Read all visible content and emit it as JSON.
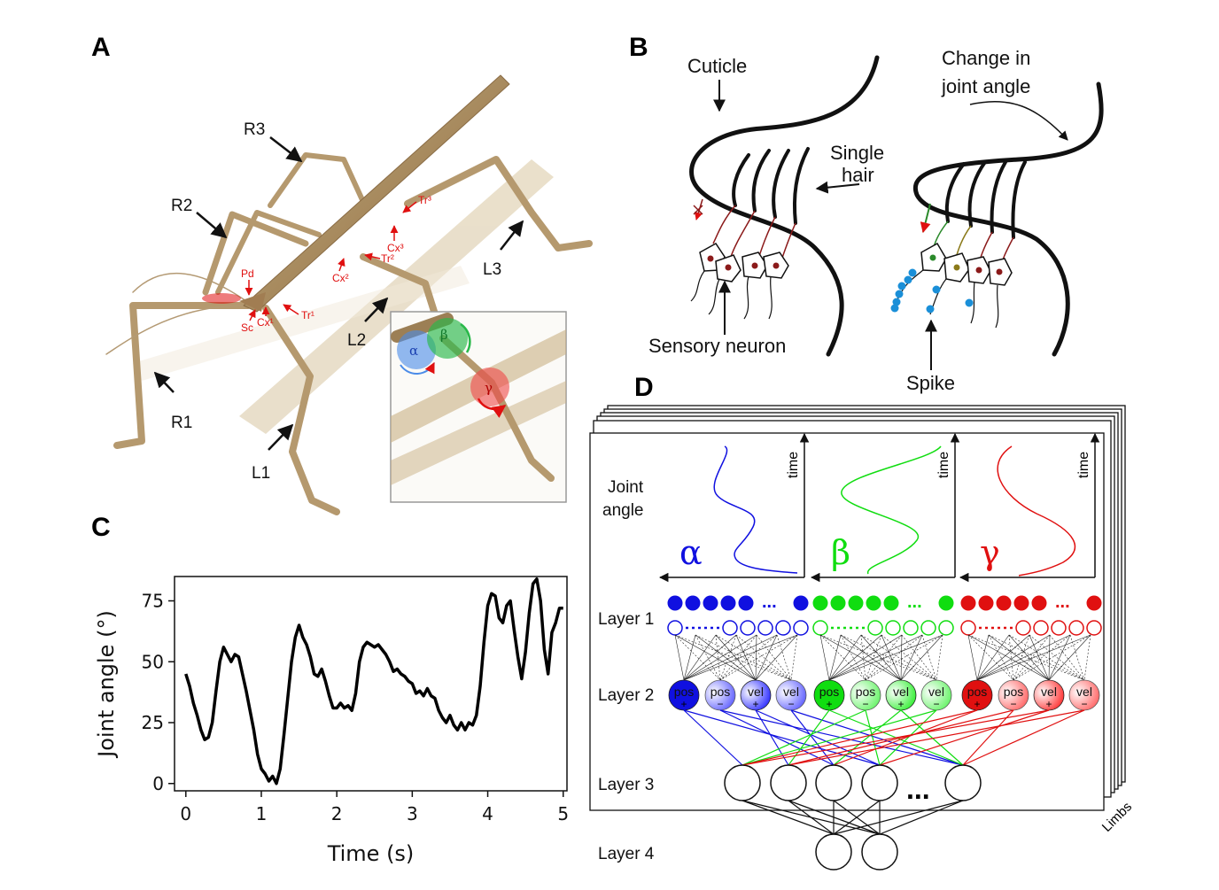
{
  "panels": {
    "a": {
      "letter": "A",
      "leg_labels": [
        "R3",
        "R2",
        "R1",
        "L1",
        "L2",
        "L3"
      ],
      "joint_labels": [
        "Pd",
        "Sc",
        "Cx¹",
        "Tr¹",
        "Cx²",
        "Tr²",
        "Cx³",
        "Tr³"
      ],
      "inset_angles": [
        "α",
        "β",
        "γ"
      ]
    },
    "b": {
      "letter": "B",
      "cuticle": "Cuticle",
      "single_hair": [
        "Single",
        "hair"
      ],
      "change": [
        "Change in",
        "joint angle"
      ],
      "sensory_neuron": "Sensory neuron",
      "spike": "Spike"
    },
    "c": {
      "letter": "C"
    },
    "d": {
      "letter": "D",
      "joint_angle": [
        "Joint",
        "angle"
      ],
      "time_label": "time",
      "greek": [
        "α",
        "β",
        "γ"
      ],
      "layers": [
        "Layer 1",
        "Layer 2",
        "Layer 3",
        "Layer 4"
      ],
      "dots": "...",
      "layer3_dots": "...",
      "limbs": "Limbs",
      "layer2_nodes": [
        {
          "text": "pos",
          "sign": "+"
        },
        {
          "text": "pos",
          "sign": "−"
        },
        {
          "text": "vel",
          "sign": "+"
        },
        {
          "text": "vel",
          "sign": "−"
        }
      ]
    }
  },
  "colors": {
    "alpha": "#1010e0",
    "beta": "#10dd10",
    "gamma": "#e01010",
    "annotation": "#e01010"
  },
  "chart_data": {
    "type": "line",
    "title": "",
    "xlabel": "Time (s)",
    "ylabel": "Joint angle (°)",
    "xlim": [
      -0.15,
      5.05
    ],
    "ylim": [
      -3,
      85
    ],
    "xticks": [
      "0",
      "1",
      "2",
      "3",
      "4",
      "5"
    ],
    "yticks": [
      "0",
      "25",
      "50",
      "75"
    ],
    "grid": false,
    "series": [
      {
        "x": [
          0.0,
          0.05,
          0.1,
          0.15,
          0.2,
          0.25,
          0.3,
          0.35,
          0.4,
          0.45,
          0.5,
          0.55,
          0.6,
          0.65,
          0.7,
          0.75,
          0.8,
          0.85,
          0.9,
          0.95,
          1.0,
          1.05,
          1.1,
          1.15,
          1.2,
          1.25,
          1.3,
          1.35,
          1.4,
          1.45,
          1.5,
          1.55,
          1.6,
          1.65,
          1.7,
          1.75,
          1.8,
          1.85,
          1.9,
          1.95,
          2.0,
          2.05,
          2.1,
          2.15,
          2.2,
          2.25,
          2.3,
          2.35,
          2.4,
          2.45,
          2.5,
          2.55,
          2.6,
          2.65,
          2.7,
          2.75,
          2.8,
          2.85,
          2.9,
          2.95,
          3.0,
          3.05,
          3.1,
          3.15,
          3.2,
          3.25,
          3.3,
          3.35,
          3.4,
          3.45,
          3.5,
          3.55,
          3.6,
          3.65,
          3.7,
          3.75,
          3.8,
          3.85,
          3.9,
          3.95,
          4.0,
          4.05,
          4.1,
          4.15,
          4.2,
          4.25,
          4.3,
          4.35,
          4.4,
          4.45,
          4.5,
          4.55,
          4.6,
          4.65,
          4.7,
          4.75,
          4.8,
          4.85,
          4.9,
          4.95,
          5.0
        ],
        "y": [
          45,
          40,
          33,
          28,
          22,
          18,
          19,
          25,
          38,
          50,
          56,
          53,
          50,
          53,
          52,
          45,
          38,
          30,
          22,
          12,
          6,
          4,
          1,
          3,
          0,
          6,
          20,
          35,
          50,
          60,
          65,
          60,
          57,
          52,
          45,
          44,
          47,
          42,
          36,
          31,
          31,
          33,
          31,
          32,
          30,
          37,
          50,
          56,
          58,
          57,
          56,
          57,
          55,
          53,
          50,
          46,
          47,
          45,
          44,
          42,
          41,
          37,
          38,
          36,
          39,
          36,
          35,
          30,
          27,
          25,
          28,
          24,
          22,
          25,
          22,
          25,
          24,
          28,
          40,
          58,
          73,
          78,
          77,
          68,
          66,
          73,
          75,
          63,
          52,
          43,
          54,
          70,
          82,
          84,
          75,
          55,
          45,
          62,
          66,
          72,
          72
        ]
      }
    ]
  }
}
